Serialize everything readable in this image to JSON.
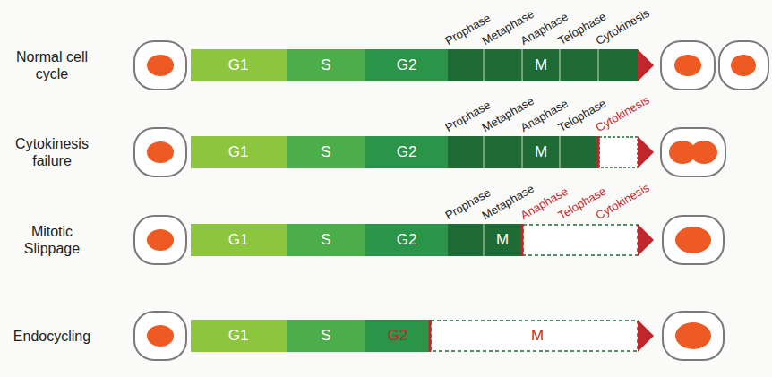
{
  "diagram": {
    "nodes": [
      {
        "text": [
          "G1"
        ]
      },
      {
        "text": [
          "S"
        ]
      },
      {
        "text": [
          "G2"
        ]
      },
      {
        "text": [
          "M"
        ]
      },
      {
        "text": [
          "G1"
        ]
      },
      {
        "text": [
          "S"
        ]
      },
      {
        "text": [
          "G2"
        ]
      },
      {
        "text": [
          "M"
        ]
      },
      {
        "text": [
          "G1"
        ]
      },
      {
        "text": [
          "S"
        ]
      },
      {
        "text": [
          "G2"
        ]
      },
      {
        "text": [
          "M"
        ]
      },
      {
        "text": [
          "G1"
        ]
      },
      {
        "text": [
          "S"
        ]
      },
      {
        "text": [
          "G2"
        ]
      },
      {
        "text": [
          "M"
        ]
      }
    ],
    "edges": [],
    "labels": [
      "Normal cell cycle",
      "Prophase",
      "Metaphase",
      "Anaphase",
      "Telophase",
      "Cytokinesis",
      "Cytokinesis failure",
      "Prophase",
      "Metaphase",
      "Anaphase",
      "Telophase",
      "Cytokinesis",
      "Mitotic Slippage",
      "Prophase",
      "Metaphase",
      "Anaphase",
      "Telophase",
      "Cytokinesis",
      "Endocycling"
    ]
  }
}
